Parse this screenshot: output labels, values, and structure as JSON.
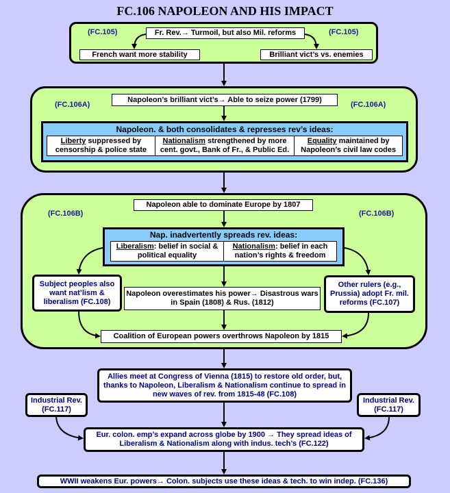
{
  "title": "FC.106 NAPOLEON AND HIS IMPACT",
  "section1": {
    "ref_left": "(FC.105)",
    "ref_right": "(FC.105)",
    "top": "Fr. Rev.→ Turmoil, but also Mil. reforms",
    "left": "French want more stability",
    "right": "Brilliant vict’s vs. enemies"
  },
  "section2": {
    "ref_left": "(FC.106A)",
    "ref_right": "(FC.106A)",
    "top": "Napoleon’s brilliant vict’s→ Able to seize power (1799)",
    "header": "Napoleon. & both consolidates & represses rev’s ideas:",
    "cells": [
      {
        "key": "Liberty",
        "text": " suppressed by censorship & police state"
      },
      {
        "key": "Nationalism",
        "text": " strengthened by more cent. govt., Bank of Fr., & Public Ed."
      },
      {
        "key": "Equality",
        "text": " maintained by Napoleon’s civil law codes"
      }
    ]
  },
  "section3": {
    "ref_left": "(FC.106B)",
    "ref_right": "(FC.106B)",
    "top": "Napoleon able to dominate Europe by 1807",
    "header": "Nap. inadvertently spreads rev. ideas:",
    "cells": [
      {
        "key": "Liberalism",
        "text": ": belief in social & political equality"
      },
      {
        "key": "Nationalism",
        "text": ": belief in each nation’s rights & freedom"
      }
    ],
    "left": "Subject peoples also want nat’lism & liberalism (FC.108)",
    "middle": "Napoleon overestimates his power→ Disastrous wars in Spain (1808) & Rus. (1812)",
    "right": "Other rulers (e.g., Prussia) adopt Fr. mil. reforms (FC.107)",
    "bottom": "Coalition of European powers overthrows Napoleon by 1815"
  },
  "lower": {
    "vienna": "Allies meet at Congress of Vienna (1815) to restore old order, but, thanks to Napoleon, Liberalism & Nationalism continue to spread in new waves of rev. from 1815-48 (FC.108)",
    "ind_left": "Industrial Rev. (FC.117)",
    "ind_right": "Industrial Rev. (FC.117)",
    "colon": "Eur. colon. emp’s  expand across globe by 1900 → They spread ideas of Liberalism & Nationalism along with indus. tech’s (FC.122)",
    "wwii": "WWII weakens Eur. powers→ Colon. subjects use these ideas & tech. to win indep. (FC.136)"
  }
}
